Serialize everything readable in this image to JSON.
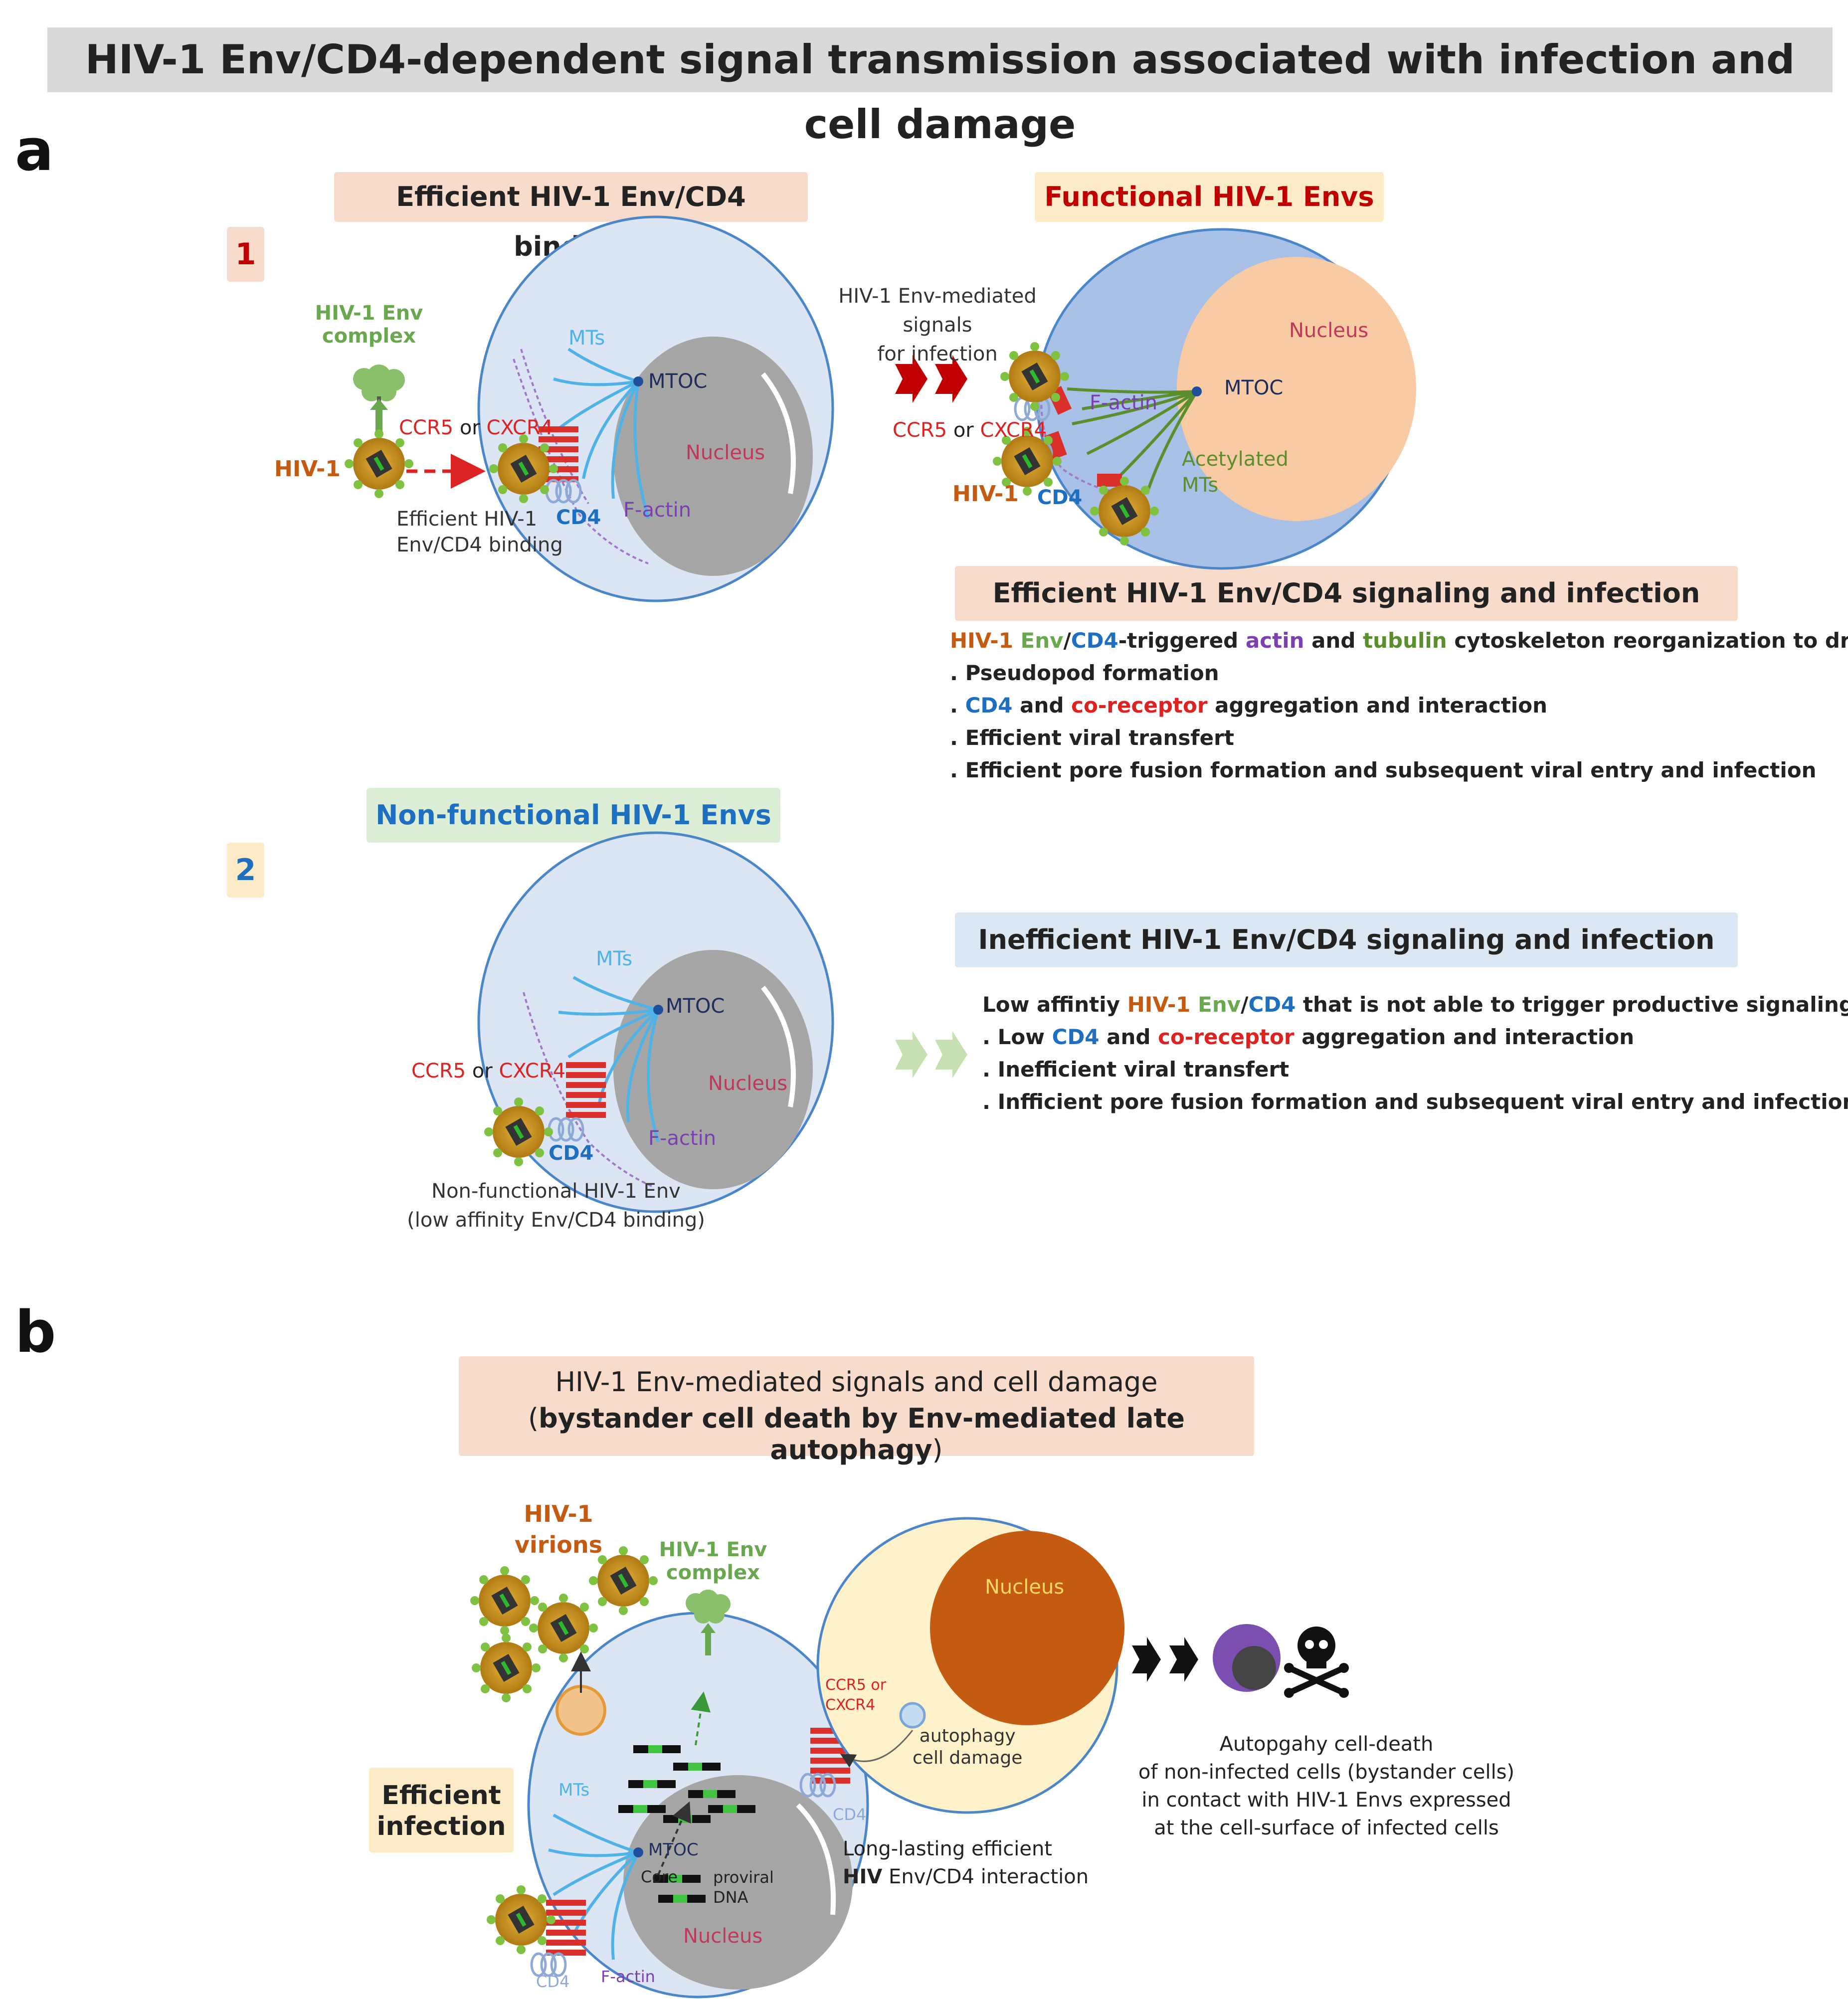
{
  "title": "HIV-1 Env/CD4-dependent signal transmission associated with infection and cell damage",
  "panel_a": {
    "letter": "a",
    "box_binding": "Efficient HIV-1 Env/CD4 binding",
    "box_functional": "Functional HIV-1 Envs",
    "step1": "1",
    "step2": "2",
    "env_complex_l1": "HIV-1 Env",
    "env_complex_l2": "complex",
    "hiv1": "HIV-1",
    "ccr5": "CCR5",
    "or": "or",
    "cxcr4": "CXCR4",
    "efficient_binding_l1": "Efficient HIV-1",
    "efficient_binding_l2": "Env/CD4 binding",
    "cd4": "CD4",
    "mts": "MTs",
    "mtoc": "MTOC",
    "nucleus": "Nucleus",
    "factin": "F-actin",
    "signals_l1": "HIV-1 Env-mediated signals",
    "signals_l2": "for infection",
    "acetylated_l1": "Acetylated",
    "acetylated_l2": "MTs",
    "box_efficient_signaling": "Efficient HIV-1 Env/CD4 signaling and infection",
    "eff_hdr": {
      "p1": "HIV-1",
      "p2": " Env",
      "p3": "/",
      "p4": "CD4",
      "p5": "-triggered ",
      "p6": "actin",
      "p7": " and ",
      "p8": "tubulin",
      "p9": " cytoskeleton reorganization to drive:"
    },
    "eff_items": {
      "i1": ". Pseudopod formation",
      "i2a": ". ",
      "i2b": "CD4",
      "i2c": " and ",
      "i2d": "co-receptor",
      "i2e": " aggregation and interaction",
      "i3": ". Efficient viral transfert",
      "i4": ". Efficient pore fusion formation and subsequent viral entry and infection"
    },
    "box_nonfunctional": "Non-functional HIV-1 Envs",
    "box_inefficient": "Inefficient HIV-1 Env/CD4 signaling and infection",
    "ineff_hdr": {
      "p1": "Low affintiy ",
      "p2": "HIV-1",
      "p3": " Env",
      "p4": "/",
      "p5": "CD4",
      "p6": " that is not able to trigger productive signaling:"
    },
    "ineff_items": {
      "i1a": ". Low ",
      "i1b": "CD4",
      "i1c": " and ",
      "i1d": "co-receptor",
      "i1e": " aggregation and interaction",
      "i2": ". Inefficient viral transfert",
      "i3": ". Infficient pore fusion formation and subsequent viral entry and infection"
    },
    "nonfunc_l1": "Non-functional HIV-1 Env",
    "nonfunc_l2": "(low affinity Env/CD4 binding)"
  },
  "panel_b": {
    "letter": "b",
    "box_l1": "HIV-1 Env-mediated signals and cell damage",
    "box_l2_open": "(",
    "box_l2_bold": "bystander cell death by Env-mediated late autophagy",
    "box_l2_close": ")",
    "virions_l1": "HIV-1",
    "virions_l2": "virions",
    "env_complex_l1": "HIV-1 Env",
    "env_complex_l2": "complex",
    "efficient_l1": "Efficient",
    "efficient_l2": "infection",
    "mts": "MTs",
    "mtoc": "MTOC",
    "core": "Core",
    "proviral_l1": "proviral",
    "proviral_l2": "DNA",
    "nucleus": "Nucleus",
    "nucleus2": "Nucleus",
    "cd4": "CD4",
    "cd4_b": "CD4",
    "factin": "F-actin",
    "ccr5_or": "CCR5 or",
    "cxcr4": "CXCR4",
    "autophagy_l1": "autophagy",
    "autophagy_l2": "cell damage",
    "longlasting_l1": "Long-lasting efficient",
    "longlasting_l2a": "HIV",
    "longlasting_l2b": " Env/CD4 interaction",
    "death_l1": "Autopgahy cell-death",
    "death_l2": "of non-infected cells (bystander cells)",
    "death_l3": "in contact with HIV-1 Envs expressed",
    "death_l4": "at the cell-surface of infected cells"
  },
  "colors": {
    "cell_light": "#dbe5f3",
    "cell_dark": "#a9c1e6",
    "cell_yellow": "#fff1c9",
    "nucleus_gray": "#a6a6a6",
    "nucleus_peach": "#f8cba5",
    "nucleus_orange": "#c55a11",
    "receptor_red": "#d9302c",
    "arrow_red": "#c00000",
    "arrow_green": "#c6e0b4",
    "arrow_black": "#111111"
  }
}
